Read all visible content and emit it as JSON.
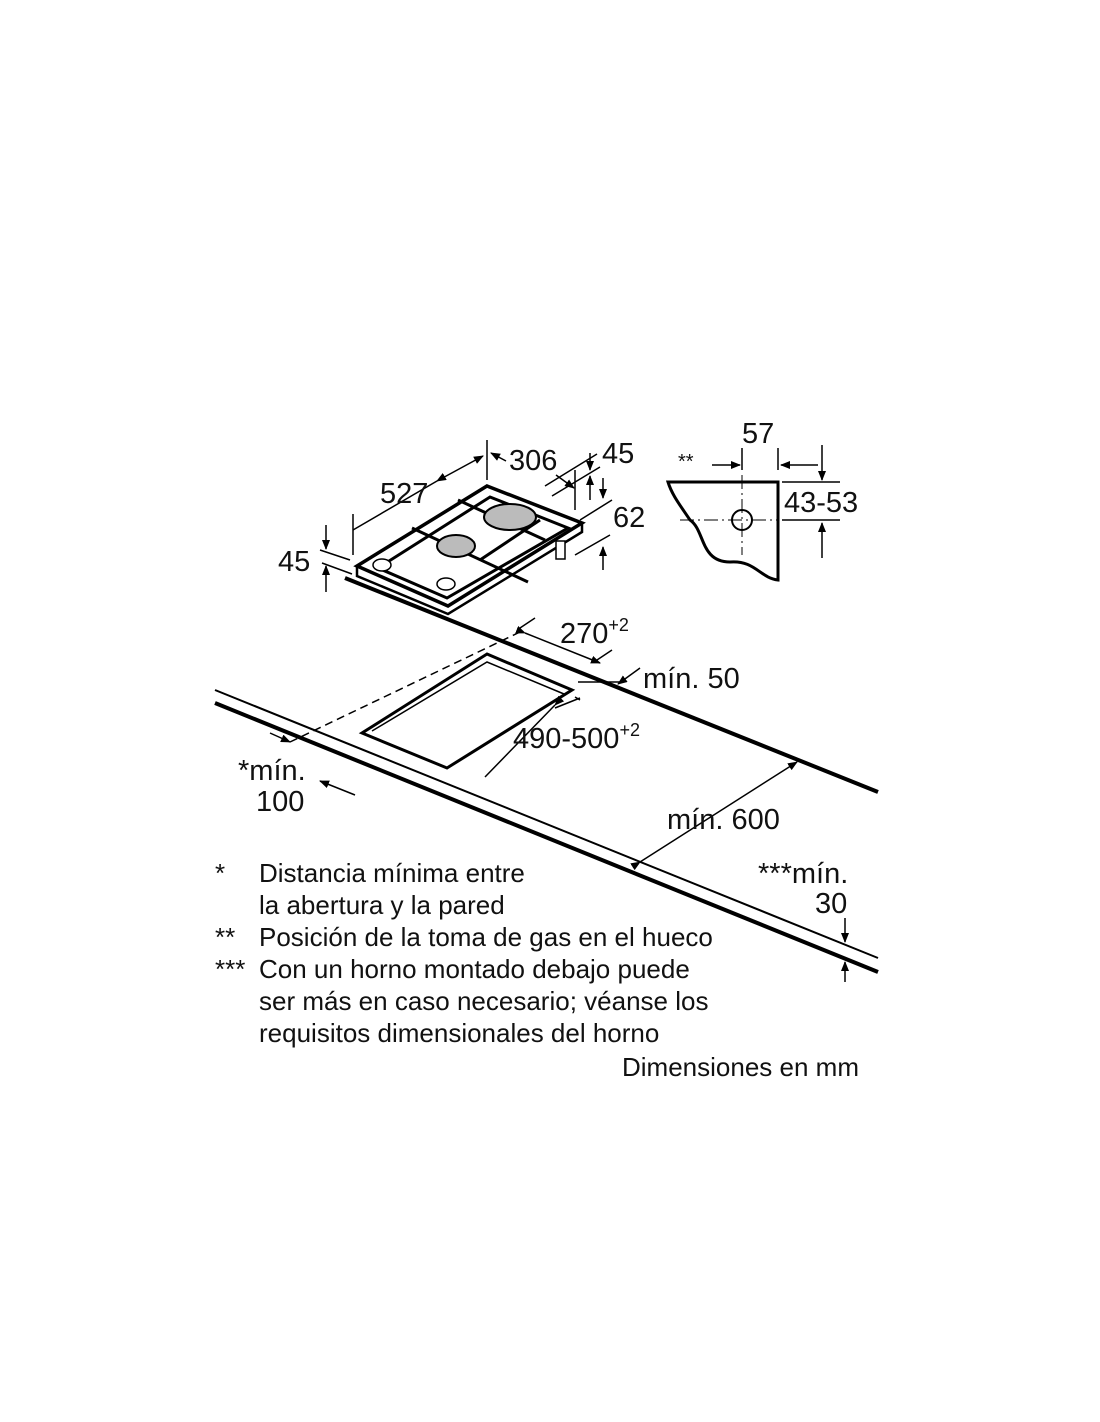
{
  "dimensions": {
    "width_527": "527",
    "depth_306": "306",
    "height_45_right": "45",
    "height_62": "62",
    "height_45_left": "45",
    "gas_57": "57",
    "gas_43_53": "43-53",
    "gas_marker": "**",
    "cutout_270": "270",
    "cutout_270_tol": "+2",
    "cutout_490": "490-500",
    "cutout_490_tol": "+2",
    "min_50": "mín. 50",
    "min_100_a": "*mín.",
    "min_100_b": "100",
    "min_600": "mín. 600",
    "min_30_a": "***mín.",
    "min_30_b": "30"
  },
  "notes": [
    {
      "marker": "*",
      "lines": [
        "Distancia mínima entre",
        "la abertura y la pared"
      ]
    },
    {
      "marker": "**",
      "lines": [
        "Posición de la toma de gas en el hueco"
      ]
    },
    {
      "marker": "***",
      "lines": [
        "Con un horno montado debajo puede",
        "ser más en caso necesario; véanse los",
        "requisitos dimensionales del horno"
      ]
    }
  ],
  "units_label": "Dimensiones en mm"
}
